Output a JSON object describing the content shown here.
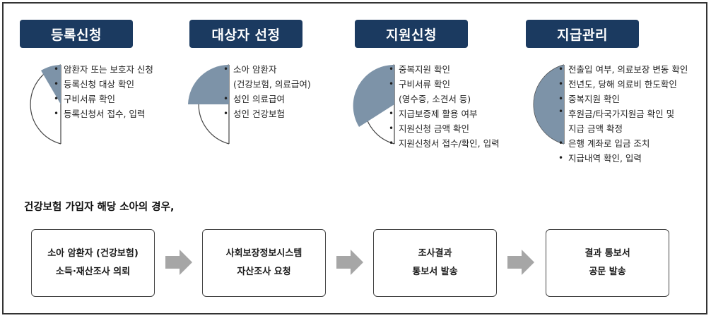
{
  "stages": [
    {
      "title": "등록신청",
      "items": [
        {
          "text": "암환자 또는 보호자 신청"
        },
        {
          "text": "등록신청 대상 확인"
        },
        {
          "text": "구비서류 확인"
        },
        {
          "text": "등록신청서 접수, 입력"
        }
      ]
    },
    {
      "title": "대상자 선정",
      "items": [
        {
          "text": "소아 암환자"
        },
        {
          "text": "(건강보험, 의료급여)",
          "continuation": true
        },
        {
          "text": "성인 의료급여"
        },
        {
          "text": "성인 건강보험"
        }
      ]
    },
    {
      "title": "지원신청",
      "items": [
        {
          "text": "중복지원 확인"
        },
        {
          "text": "구비서류 확인"
        },
        {
          "text": "(영수증, 소견서 등)",
          "continuation": true
        },
        {
          "text": "지급보증제 활용 여부"
        },
        {
          "text": "지원신청 금액 확인"
        },
        {
          "text": "지원신청서 접수/확인, 입력"
        }
      ]
    },
    {
      "title": "지급관리",
      "items": [
        {
          "text": "전출입 여부, 의료보장 변동 확인"
        },
        {
          "text": "전년도, 당해 의료비 한도확인"
        },
        {
          "text": "중복지원 확인"
        },
        {
          "text": "후원금/타국가지원금 확인 및"
        },
        {
          "text": "지급 금액 확정",
          "continuation": true
        },
        {
          "text": "은행 계좌로 입금 조치"
        },
        {
          "text": "지급내역 확인, 입력"
        }
      ]
    }
  ],
  "flow": {
    "subtitle": "건강보험 가입자 해당 소아의 경우,",
    "steps": [
      {
        "line1": "소아 암환자 (건강보험)",
        "line2": "소득·재산조사 의뢰"
      },
      {
        "line1": "사회보장정보시스템",
        "line2": "자산조사 요청"
      },
      {
        "line1": "조사결과",
        "line2": "통보서 발송"
      },
      {
        "line1": "결과 통보서",
        "line2": "공문 발송"
      }
    ]
  },
  "colors": {
    "title_bg": "#1b3a60",
    "pie_fill": "#7d93a8",
    "arrow_fill": "#a6a6a6"
  }
}
